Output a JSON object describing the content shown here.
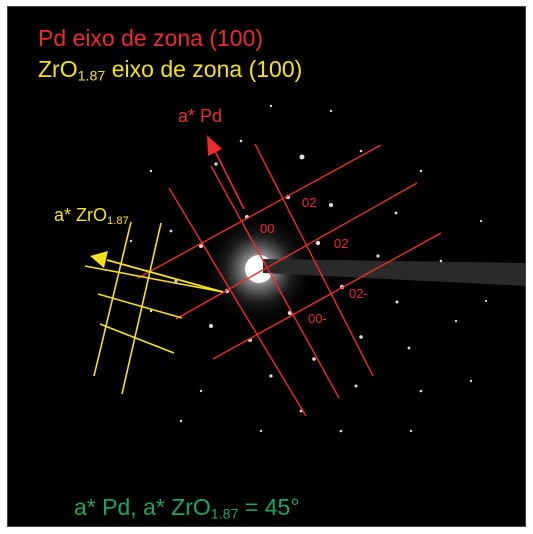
{
  "title_pd": "Pd eixo de zona (100)",
  "title_zro": {
    "prefix": "ZrO",
    "sub": "1.87",
    "suffix": " eixo de zona (100)"
  },
  "axis_pd": "a* Pd",
  "axis_zro": {
    "prefix": "a* ZrO",
    "sub": "1.87"
  },
  "indices": [
    "00",
    "02",
    "02",
    "02-",
    "00-"
  ],
  "footer": {
    "prefix": "a* Pd, a* ZrO",
    "sub": "1.87",
    "suffix": " = 45°"
  },
  "colors": {
    "pd": "#ee2b2b",
    "zro": "#f4e21c",
    "footer": "#1aa564",
    "background": "#000000"
  }
}
